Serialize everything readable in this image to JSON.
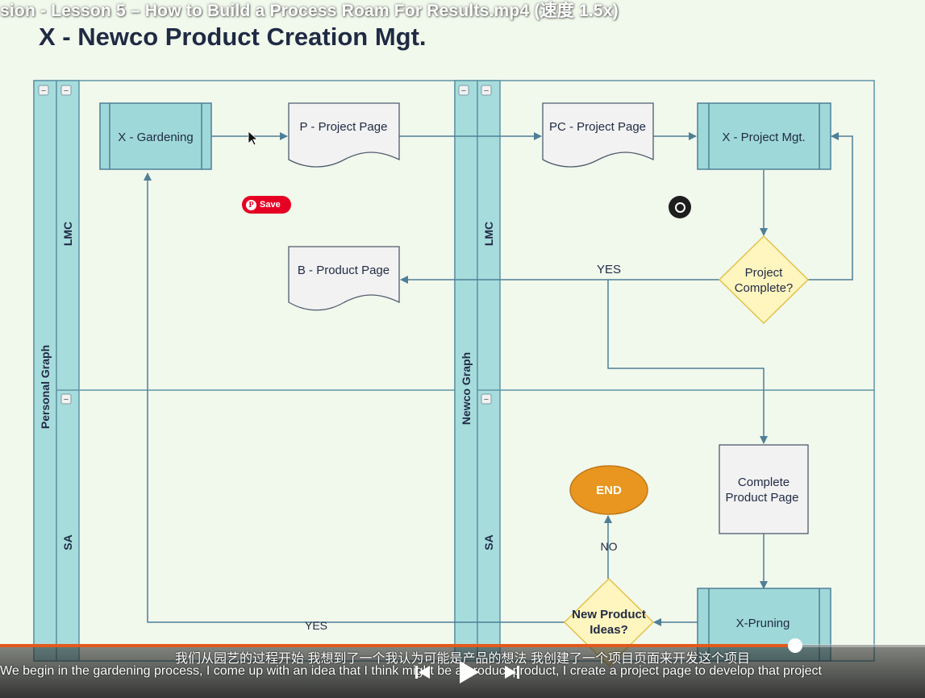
{
  "video": {
    "title": "sion - Lesson 5 – How to Build a Process  Roam For Results.mp4 (速度 1.5x)",
    "subtitle_cn": "我们从园艺的过程开始 我想到了一个我认为可能是产品的想法 我创建了一个项目页面来开发这个项目",
    "subtitle_en": "We begin in the gardening process, I come up with an idea that I think might be a product product, I create a project page to develop that project",
    "progress_fraction": 0.86
  },
  "diagram": {
    "title": "X - Newco Product Creation Mgt.",
    "pools": [
      "Personal Graph",
      "Newco Graph"
    ],
    "lanes": {
      "lmc_left": "LMC",
      "sa_left": "SA",
      "lmc_right": "LMC",
      "sa_right": "SA"
    },
    "nodes": {
      "x_gardening": "X - Gardening",
      "p_project_page": "P - Project Page",
      "pc_project_page": "PC - Project Page",
      "x_project_mgt": "X - Project Mgt.",
      "project_complete_1": "Project",
      "project_complete_2": "Complete?",
      "b_product_page": "B - Product Page",
      "complete_product_page_1": "Complete",
      "complete_product_page_2": "Product Page",
      "end": "END",
      "new_product_ideas_1": "New Product",
      "new_product_ideas_2": "Ideas?",
      "x_pruning": "X-Pruning"
    },
    "edge_labels": {
      "yes_top": "YES",
      "no": "NO",
      "yes_bottom": "YES"
    },
    "collapse_glyph": "−"
  },
  "overlays": {
    "pin_label": "Save",
    "pin_glyph": "P"
  },
  "colors": {
    "process_fill": "#9fd8d8",
    "process_stroke": "#4e7f97",
    "decision_fill": "#fff5bf",
    "decision_stroke": "#e2c24a",
    "end_fill": "#e8961f",
    "accent": "#e35a1c"
  }
}
